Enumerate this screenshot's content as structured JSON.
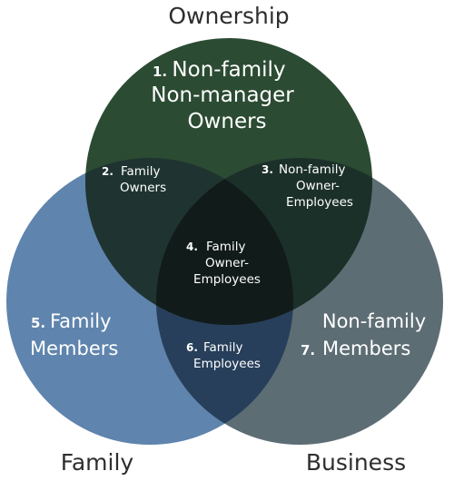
{
  "circles": {
    "ownership": {
      "label": "Ownership",
      "color": "#2b4b33"
    },
    "family": {
      "label": "Family",
      "color": "#5f84ad"
    },
    "business": {
      "label": "Business",
      "color": "#5d6d74"
    }
  },
  "regions": [
    {
      "id": "r1",
      "number": "1.",
      "lines": [
        "Non-family",
        "Non-manager",
        "Owners"
      ]
    },
    {
      "id": "r2",
      "number": "2.",
      "lines": [
        "Family",
        "Owners"
      ]
    },
    {
      "id": "r3",
      "number": "3.",
      "lines": [
        "Non-family",
        "Owner-",
        "Employees"
      ]
    },
    {
      "id": "r4",
      "number": "4.",
      "lines": [
        "Family",
        "Owner-",
        "Employees"
      ]
    },
    {
      "id": "r5",
      "number": "5.",
      "lines": [
        "Family",
        "Members"
      ]
    },
    {
      "id": "r6",
      "number": "6.",
      "lines": [
        "Family",
        "Employees"
      ]
    },
    {
      "id": "r7",
      "number": "7.",
      "lines": [
        "Non-family",
        "Members"
      ]
    }
  ],
  "overlap_colors": {
    "ownership_family": "#1f3431",
    "ownership_business": "#1c302a",
    "family_business": "#273f5a",
    "all_three": "#111b19"
  }
}
